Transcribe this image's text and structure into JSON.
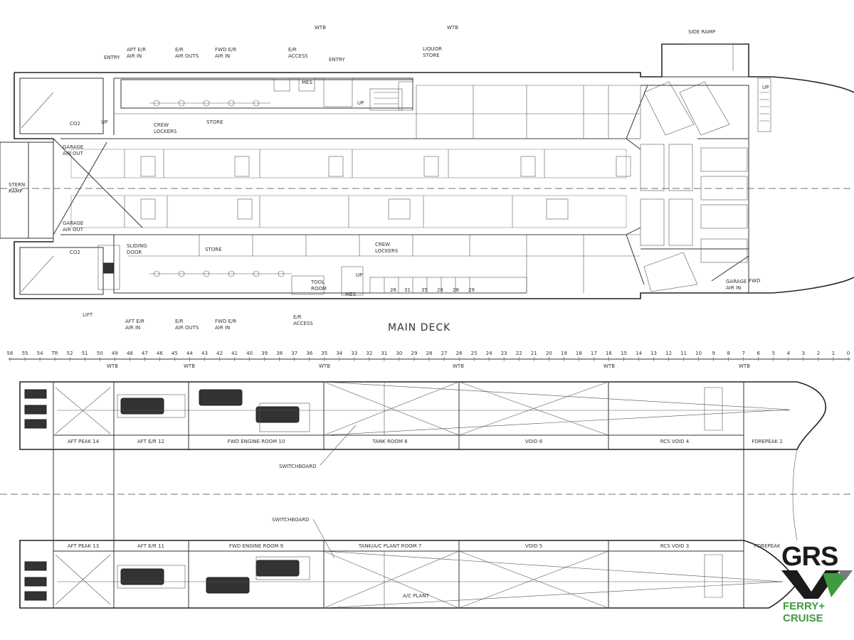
{
  "main_deck": {
    "title": "MAIN DECK",
    "top_labels": {
      "wtb_1": "WTB",
      "wtb_2": "WTB",
      "side_ramp": "SIDE RAMP",
      "entry_1": "ENTRY",
      "apt_er_air_in": "APT E/R\nAIR IN",
      "er_air_outs": "E/R\nAIR OUTS",
      "fwd_er_air_in": "FWD E/R\nAIR IN",
      "er_access": "E/R\nACCESS",
      "entry_2": "ENTRY",
      "liquor_store": "LIQUOR\nSTORE",
      "mes": "MES",
      "up_1": "UP",
      "up_2": "UP",
      "up_3": "UP",
      "store_1": "STORE",
      "crew_lockers_1": "CREW\nLOCKERS",
      "co2_1": "CO2",
      "fwd": "FWD"
    },
    "side_labels": {
      "garage_air_out_1": "GARAGE\nAIR OUT",
      "stern_ramp": "STERN\nRAMP",
      "garage_air_out_2": "GARAGE\nAIR OUT",
      "co2_2": "CO2",
      "sliding_door": "SLIDING\nDOOR",
      "store_2": "STORE",
      "crew_lockers_2": "CREW\nLOCKERS",
      "up_4": "UP",
      "tool_room": "TOOL\nROOM",
      "mes_2": "MES",
      "garage_air_in": "GARAGE\nAIR IN"
    },
    "bottom_labels": {
      "lift": "LIFT",
      "aft_er_air_in": "AFT E/R\nAIR IN",
      "er_air_outs": "E/R\nAIR OUTS",
      "fwd_er_air_in": "FWD E/R\nAIR IN",
      "er_access": "E/R\nACCESS"
    },
    "seat_numbers": [
      "26",
      "31",
      "35",
      "28",
      "28",
      "29"
    ]
  },
  "frame_scale": {
    "numbers": [
      "56",
      "55",
      "54",
      "TR",
      "52",
      "51",
      "50",
      "49",
      "48",
      "47",
      "46",
      "45",
      "44",
      "43",
      "42",
      "41",
      "40",
      "39",
      "38",
      "37",
      "36",
      "35",
      "34",
      "33",
      "32",
      "31",
      "30",
      "29",
      "28",
      "27",
      "26",
      "25",
      "24",
      "23",
      "22",
      "21",
      "20",
      "19",
      "18",
      "17",
      "16",
      "15",
      "14",
      "13",
      "12",
      "11",
      "10",
      "9",
      "8",
      "7",
      "6",
      "5",
      "4",
      "3",
      "2",
      "1",
      "0"
    ]
  },
  "lower_hull": {
    "wtb_labels": [
      "WTB",
      "WTB",
      "WTB",
      "WTB",
      "WTB",
      "WTB"
    ],
    "upper_rooms": [
      "AFT PEAK 14",
      "AFT E/R 12",
      "FWD ENGINE ROOM 10",
      "TANK ROOM 8",
      "VOID 6",
      "RCS VOID 4",
      "FOREPEAK 2"
    ],
    "lower_rooms": [
      "AFT PEAK 13",
      "AFT E/R 11",
      "FWD ENGINE ROOM 9",
      "TANK/A/C PLANT ROOM 7",
      "VOID 5",
      "RCS VOID 3",
      "FOREPEAK"
    ],
    "switchboard_1": "SWITCHBOARD",
    "switchboard_2": "SWITCHBOARD",
    "ac_plant": "A/C PLANT"
  },
  "logo": {
    "brand": "GRS",
    "tagline": "FERRY+\nCRUISE",
    "colors": {
      "dark": "#1b1b1b",
      "green": "#3f9b3f",
      "grey": "#7a7a7a"
    }
  }
}
